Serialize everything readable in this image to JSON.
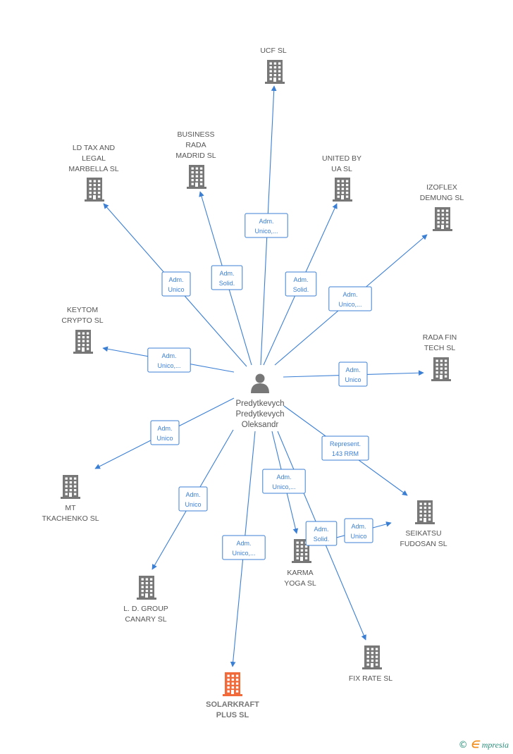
{
  "center": {
    "name_lines": [
      "Predytkevych",
      "Predytkevych",
      "Oleksandr"
    ],
    "icon": "person-icon"
  },
  "colors": {
    "edge": "#3b7fd4",
    "building": "#777777",
    "highlight": "#f26a3a"
  },
  "nodes": [
    {
      "id": "ucf",
      "label_lines": [
        "UCF  SL"
      ],
      "icon": "building-icon",
      "highlight": false,
      "relation_lines": [
        "Adm.",
        "Unico,..."
      ]
    },
    {
      "id": "business-rada",
      "label_lines": [
        "BUSINESS",
        "RADA",
        "MADRID  SL"
      ],
      "icon": "building-icon",
      "highlight": false,
      "relation_lines": [
        "Adm.",
        "Solid."
      ]
    },
    {
      "id": "ld-tax",
      "label_lines": [
        "LD TAX AND",
        "LEGAL",
        "MARBELLA  SL"
      ],
      "icon": "building-icon",
      "highlight": false,
      "relation_lines": [
        "Adm.",
        "Unico"
      ]
    },
    {
      "id": "united-by-ua",
      "label_lines": [
        "UNITED BY",
        "UA  SL"
      ],
      "icon": "building-icon",
      "highlight": false,
      "relation_lines": [
        "Adm.",
        "Solid."
      ]
    },
    {
      "id": "izoflex",
      "label_lines": [
        "IZOFLEX",
        "DEMUNG  SL"
      ],
      "icon": "building-icon",
      "highlight": false,
      "relation_lines": [
        "Adm.",
        "Unico,..."
      ]
    },
    {
      "id": "keytom",
      "label_lines": [
        "KEYTOM",
        "CRYPTO  SL"
      ],
      "icon": "building-icon",
      "highlight": false,
      "relation_lines": [
        "Adm.",
        "Unico,..."
      ]
    },
    {
      "id": "rada-fin",
      "label_lines": [
        "RADA FIN",
        "TECH  SL"
      ],
      "icon": "building-icon",
      "highlight": false,
      "relation_lines": [
        "Adm.",
        "Unico"
      ]
    },
    {
      "id": "mt-tkachenko",
      "label_lines": [
        "MT",
        "TKACHENKO  SL"
      ],
      "icon": "building-icon",
      "highlight": false,
      "relation_lines": [
        "Adm.",
        "Unico"
      ]
    },
    {
      "id": "seikatsu",
      "label_lines": [
        "SEIKATSU",
        "FUDOSAN SL"
      ],
      "icon": "building-icon",
      "highlight": false,
      "relation_lines": [
        "Represent.",
        "143 RRM"
      ]
    },
    {
      "id": "ld-group",
      "label_lines": [
        "L. D. GROUP",
        "CANARY  SL"
      ],
      "icon": "building-icon",
      "highlight": false,
      "relation_lines": [
        "Adm.",
        "Unico"
      ]
    },
    {
      "id": "karma-yoga",
      "label_lines": [
        "KARMA",
        "YOGA  SL"
      ],
      "icon": "building-icon",
      "highlight": false,
      "relation_lines": [
        "Adm.",
        "Unico,..."
      ]
    },
    {
      "id": "solarkraft",
      "label_lines": [
        "SOLARKRAFT",
        "PLUS  SL"
      ],
      "icon": "building-icon",
      "highlight": true,
      "relation_lines": [
        "Adm.",
        "Unico,..."
      ]
    },
    {
      "id": "fix-rate",
      "label_lines": [
        "FIX RATE  SL"
      ],
      "icon": "building-icon",
      "highlight": false,
      "relation_lines": []
    }
  ],
  "extra_relation": {
    "from": "karma-yoga",
    "to": "seikatsu",
    "boxes": [
      [
        "Adm.",
        "Solid."
      ],
      [
        "Adm.",
        "Unico"
      ]
    ]
  },
  "footer": {
    "copyright": "©",
    "brand_initial": "∈",
    "brand_rest": "mpresia"
  }
}
